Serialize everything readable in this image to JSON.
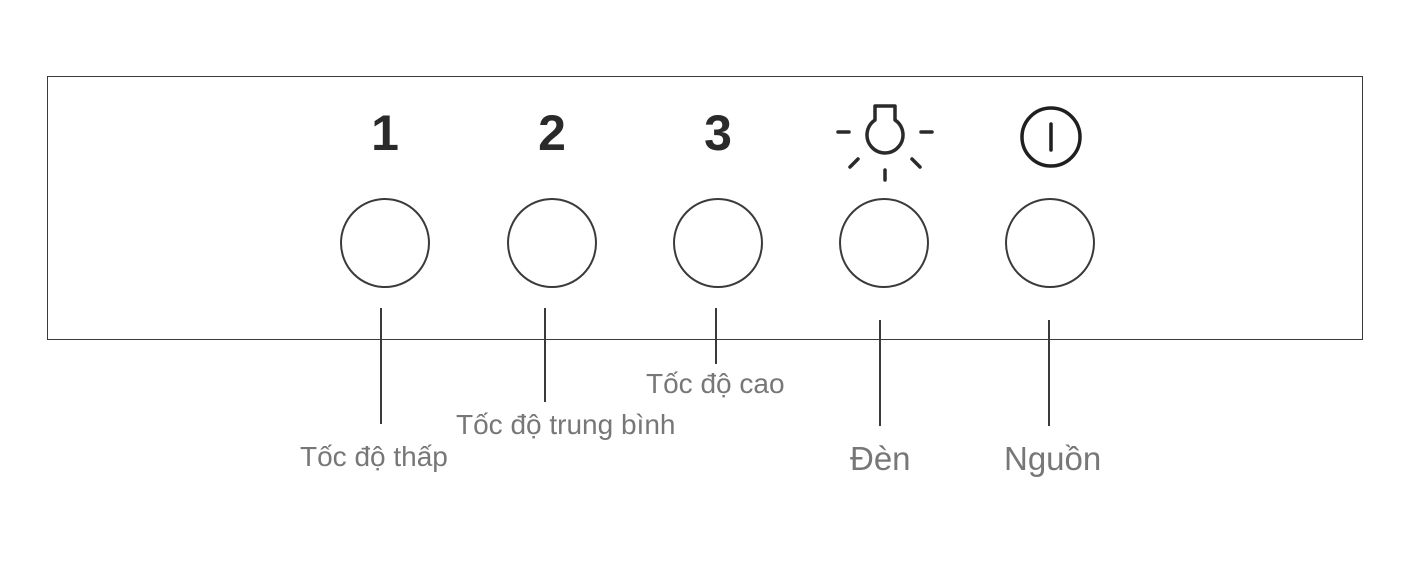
{
  "panel": {
    "buttons": [
      {
        "key": "1",
        "label": "Tốc độ thấp",
        "icon": "speed-1"
      },
      {
        "key": "2",
        "label": "Tốc độ trung bình",
        "icon": "speed-2"
      },
      {
        "key": "3",
        "label": "Tốc độ cao",
        "icon": "speed-3"
      },
      {
        "key": "",
        "label": "Đèn",
        "icon": "light-icon"
      },
      {
        "key": "",
        "label": "Nguồn",
        "icon": "power-icon"
      }
    ]
  },
  "colors": {
    "outline": "#3a3a3a",
    "label_text": "#777777",
    "number_text": "#2a2a2a"
  }
}
